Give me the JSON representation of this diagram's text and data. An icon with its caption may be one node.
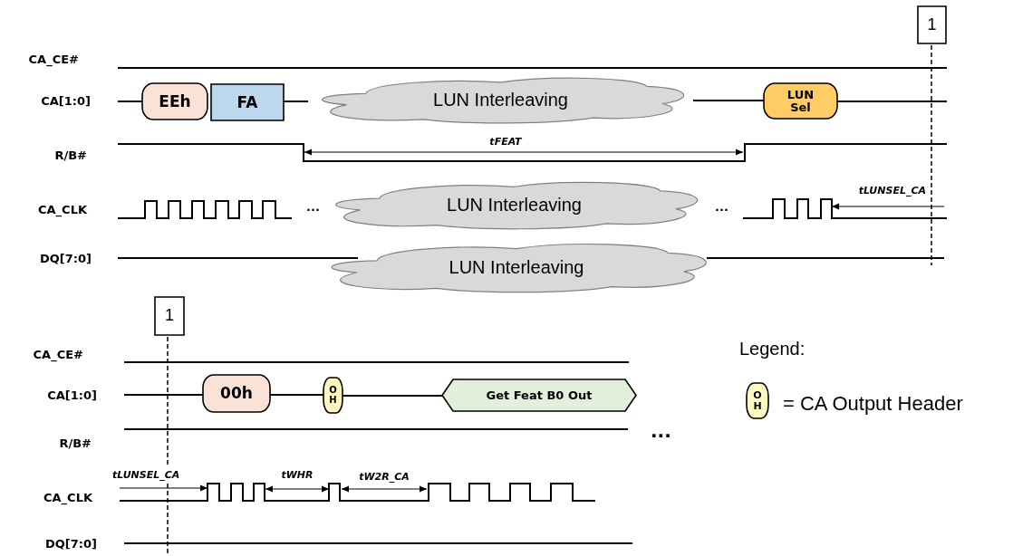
{
  "diagram": {
    "nodes": [
      {
        "text": [
          "1"
        ]
      },
      {
        "text": [
          "EEh"
        ]
      },
      {
        "text": [
          "FA"
        ]
      },
      {
        "text": [
          "LUN Interleaving"
        ]
      },
      {
        "text": [
          "LUN Sel"
        ]
      },
      {
        "text": [
          "LUN Interleaving"
        ]
      },
      {
        "text": [
          "LUN Interleaving"
        ]
      },
      {
        "text": [
          "1"
        ]
      },
      {
        "text": [
          "00h"
        ]
      },
      {
        "text": [
          "O H"
        ]
      },
      {
        "text": [
          "Get Feat B0 Out"
        ]
      },
      {
        "text": [
          "O H"
        ]
      }
    ],
    "edges": [
      {
        "from": 2,
        "to": 3,
        "arrow": "none"
      },
      {
        "from": 3,
        "to": 4,
        "arrow": "none"
      },
      {
        "from": 8,
        "to": 9,
        "arrow": "none"
      },
      {
        "from": 9,
        "to": 10,
        "arrow": "none"
      }
    ],
    "labels": [
      "CA_CE#",
      "CA[1:0]",
      "tFEAT",
      "R/B#",
      "tLUNSEL_CA",
      "CA_CLK",
      "...",
      "...",
      "DQ[7:0]",
      "Legend:",
      "CA_CE#",
      "CA[1:0]",
      "R/B#",
      "...",
      "tLUNSEL_CA",
      "tWHR",
      "tW2R_CA",
      "CA_CLK",
      "DQ[7:0]"
    ],
    "legend": [
      {
        "text": "= CA Output Header"
      }
    ]
  }
}
